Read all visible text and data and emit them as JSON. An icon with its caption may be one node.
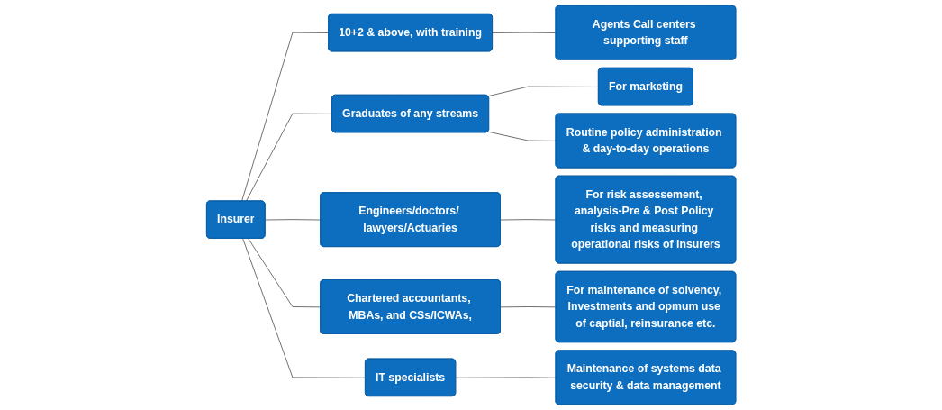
{
  "diagram": {
    "nodes": [
      {
        "text": [
          "Insurer"
        ]
      },
      {
        "text": [
          "10+2 & above, with training"
        ]
      },
      {
        "text": [
          "Agents Call centers supporting staff"
        ]
      },
      {
        "text": [
          "Graduates of any streams"
        ]
      },
      {
        "text": [
          "For marketing"
        ]
      },
      {
        "text": [
          "Routine policy administration & day-to-day operations"
        ]
      },
      {
        "text": [
          "Engineers/doctors/ lawyers/Actuaries"
        ]
      },
      {
        "text": [
          "For risk assessement, analysis-Pre & Post Policy risks and measuring operational risks of insurers"
        ]
      },
      {
        "text": [
          "Chartered accountants, MBAs, and CSs/ICWAs,"
        ]
      },
      {
        "text": [
          "For maintenance of solvency, Investments and opmum use of captial, reinsurance etc."
        ]
      },
      {
        "text": [
          "IT specialists"
        ]
      },
      {
        "text": [
          "Maintenance of systems data security & data management"
        ]
      }
    ],
    "edges": [
      {
        "from": 0,
        "to": 1,
        "arrow": "none"
      },
      {
        "from": 0,
        "to": 3,
        "arrow": "none"
      },
      {
        "from": 0,
        "to": 6,
        "arrow": "none"
      },
      {
        "from": 0,
        "to": 8,
        "arrow": "none"
      },
      {
        "from": 0,
        "to": 10,
        "arrow": "none"
      },
      {
        "from": 1,
        "to": 2,
        "arrow": "none"
      },
      {
        "from": 3,
        "to": 4,
        "arrow": "none"
      },
      {
        "from": 3,
        "to": 5,
        "arrow": "none"
      },
      {
        "from": 6,
        "to": 7,
        "arrow": "none"
      },
      {
        "from": 8,
        "to": 9,
        "arrow": "none"
      },
      {
        "from": 10,
        "to": 11,
        "arrow": "none"
      }
    ]
  }
}
